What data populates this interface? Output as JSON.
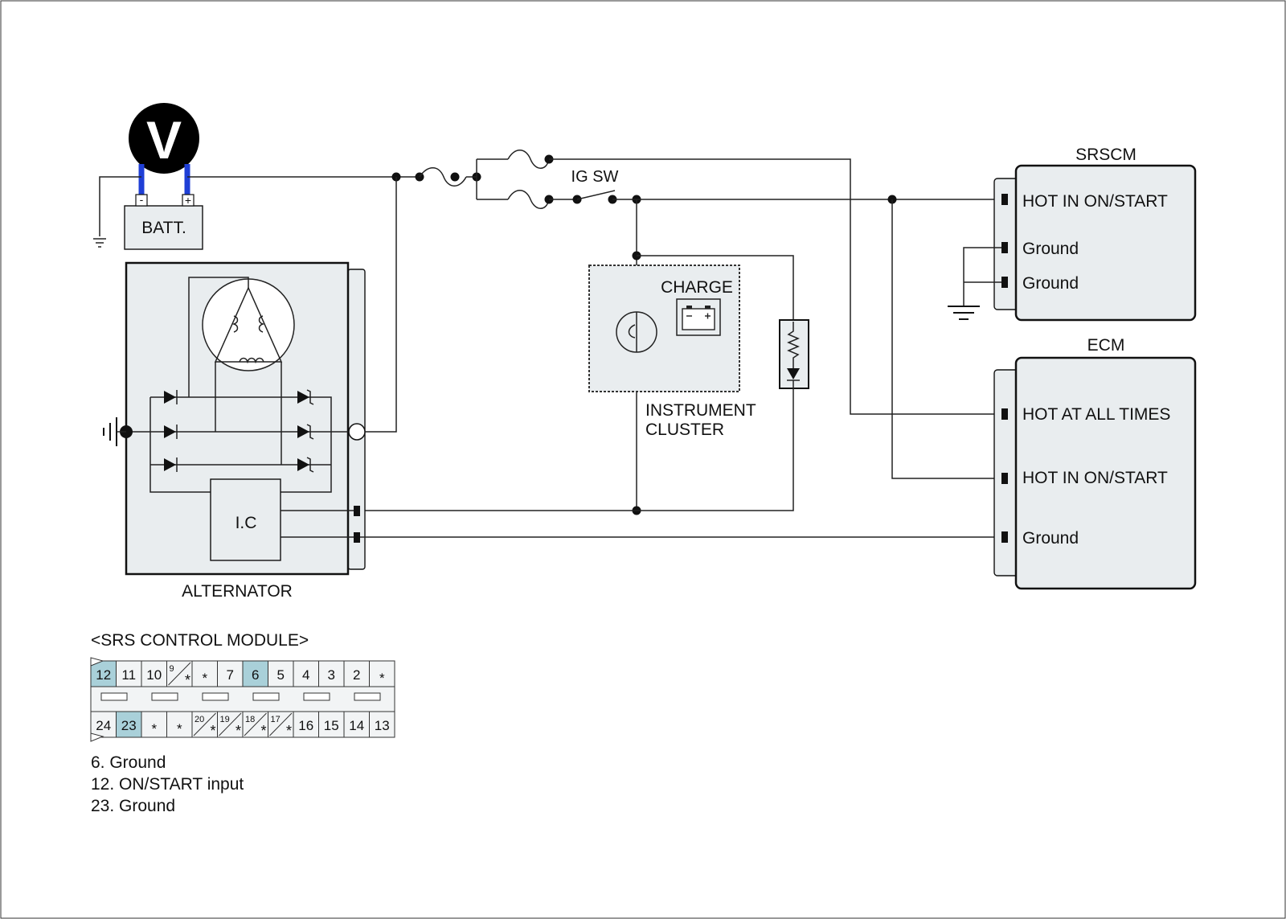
{
  "labels": {
    "voltmeter": "V",
    "battery": "BATT.",
    "batt_neg": "-",
    "batt_pos": "+",
    "ig_sw": "IG SW",
    "charge": "CHARGE",
    "instrument_cluster_1": "INSTRUMENT",
    "instrument_cluster_2": "CLUSTER",
    "alternator": "ALTERNATOR",
    "ic": "I.C",
    "srscm": "SRSCM",
    "ecm": "ECM"
  },
  "srscm_pins": [
    {
      "label": "HOT IN ON/START"
    },
    {
      "label": "Ground"
    },
    {
      "label": "Ground"
    }
  ],
  "ecm_pins": [
    {
      "label": "HOT AT ALL TIMES"
    },
    {
      "label": "HOT IN ON/START"
    },
    {
      "label": "Ground"
    }
  ],
  "connector": {
    "title": "<SRS CONTROL MODULE>",
    "top_row": [
      "12",
      "11",
      "10",
      "9/*",
      "*",
      "7",
      "6",
      "5",
      "4",
      "3",
      "2",
      "*"
    ],
    "bottom_row": [
      "24",
      "23",
      "*",
      "*",
      "20/*",
      "19/*",
      "18/*",
      "17/*",
      "16",
      "15",
      "14",
      "13"
    ],
    "highlighted": [
      "12",
      "6",
      "23"
    ],
    "highlight_color": "#a9d0d9"
  },
  "legend": [
    "6. Ground",
    "12. ON/START input",
    "23. Ground"
  ],
  "colors": {
    "voltmeter_leads": "#1f3fd6",
    "module_fill": "#e9edef"
  }
}
